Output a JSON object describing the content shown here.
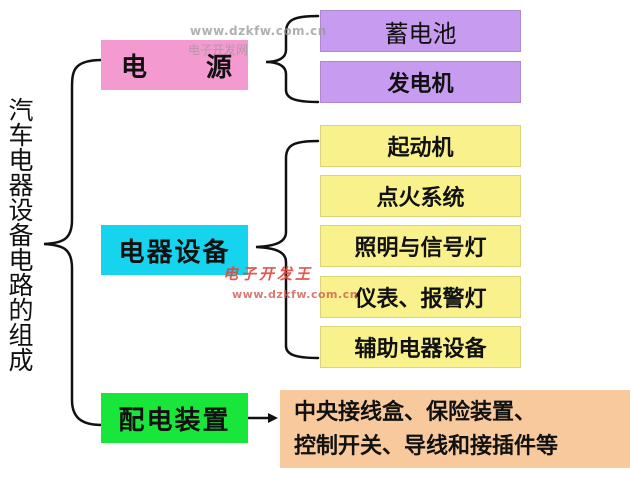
{
  "title": "汽车电器设备电路的组成",
  "watermarks": {
    "site_url_top": "www.dzkfw.com.cn",
    "site_name_top": "电子开发网",
    "site_name_center": "电子开发王",
    "site_url_center": "www.dzkfw.com.cn"
  },
  "categories": {
    "power": {
      "label_left": "电",
      "label_right": "源",
      "items": [
        "蓄电池",
        "发电机"
      ]
    },
    "electrical": {
      "label": "电器设备",
      "items": [
        "起动机",
        "点火系统",
        "照明与信号灯",
        "仪表、报警灯",
        "辅助电器设备"
      ]
    },
    "distribution": {
      "label": "配电装置",
      "description_lines": [
        "中央接线盒、保险装置、",
        "控制开关、导线和接插件等"
      ]
    }
  },
  "colors": {
    "power": "#f39bd0",
    "power_items": "#c79cf0",
    "electrical": "#16d4ee",
    "electrical_items": "#f9f28c",
    "distribution": "#19e63a",
    "distribution_desc": "#f8c99c"
  }
}
